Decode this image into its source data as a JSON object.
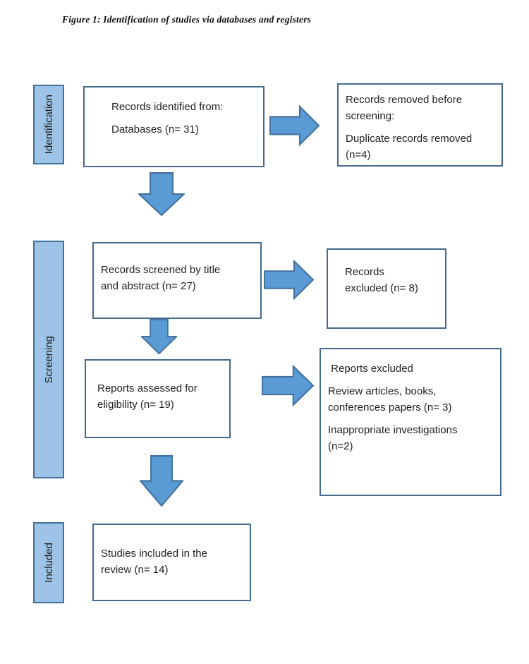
{
  "title": "Figure 1: Identification of studies via databases and registers",
  "colors": {
    "arrow_fill": "#5B9BD5",
    "arrow_stroke": "#41719C",
    "sidebar_fill": "#9DC3E6",
    "sidebar_border": "#41719C",
    "box_border": "#44698E",
    "text": "#1f1f1f"
  },
  "sidebar": {
    "identification": "Identification",
    "screening": "Screening",
    "included": "Included"
  },
  "boxes": {
    "identified": {
      "p": [
        [
          "Records identified from:"
        ],
        [
          "Databases (n= 31)"
        ]
      ]
    },
    "removed": {
      "p": [
        [
          "Records removed before",
          "screening:"
        ],
        [
          "Duplicate records removed",
          "(n=4)"
        ]
      ]
    },
    "screened": {
      "p": [
        [
          "Records screened by title",
          "and abstract (n= 27)"
        ]
      ]
    },
    "excluded_records": {
      "p": [
        [
          "Records",
          "excluded (n= 8)"
        ]
      ]
    },
    "assessed": {
      "p": [
        [
          "Reports assessed for",
          "eligibility (n= 19)"
        ]
      ]
    },
    "excluded_reports": {
      "p": [
        [
          " Reports excluded"
        ],
        [
          "Review articles, books,",
          "conferences papers (n= 3)"
        ],
        [
          "Inappropriate investigations",
          "(n=2)"
        ]
      ]
    },
    "included_studies": {
      "p": [
        [
          "Studies included in the",
          "review (n= 14)"
        ]
      ]
    }
  }
}
